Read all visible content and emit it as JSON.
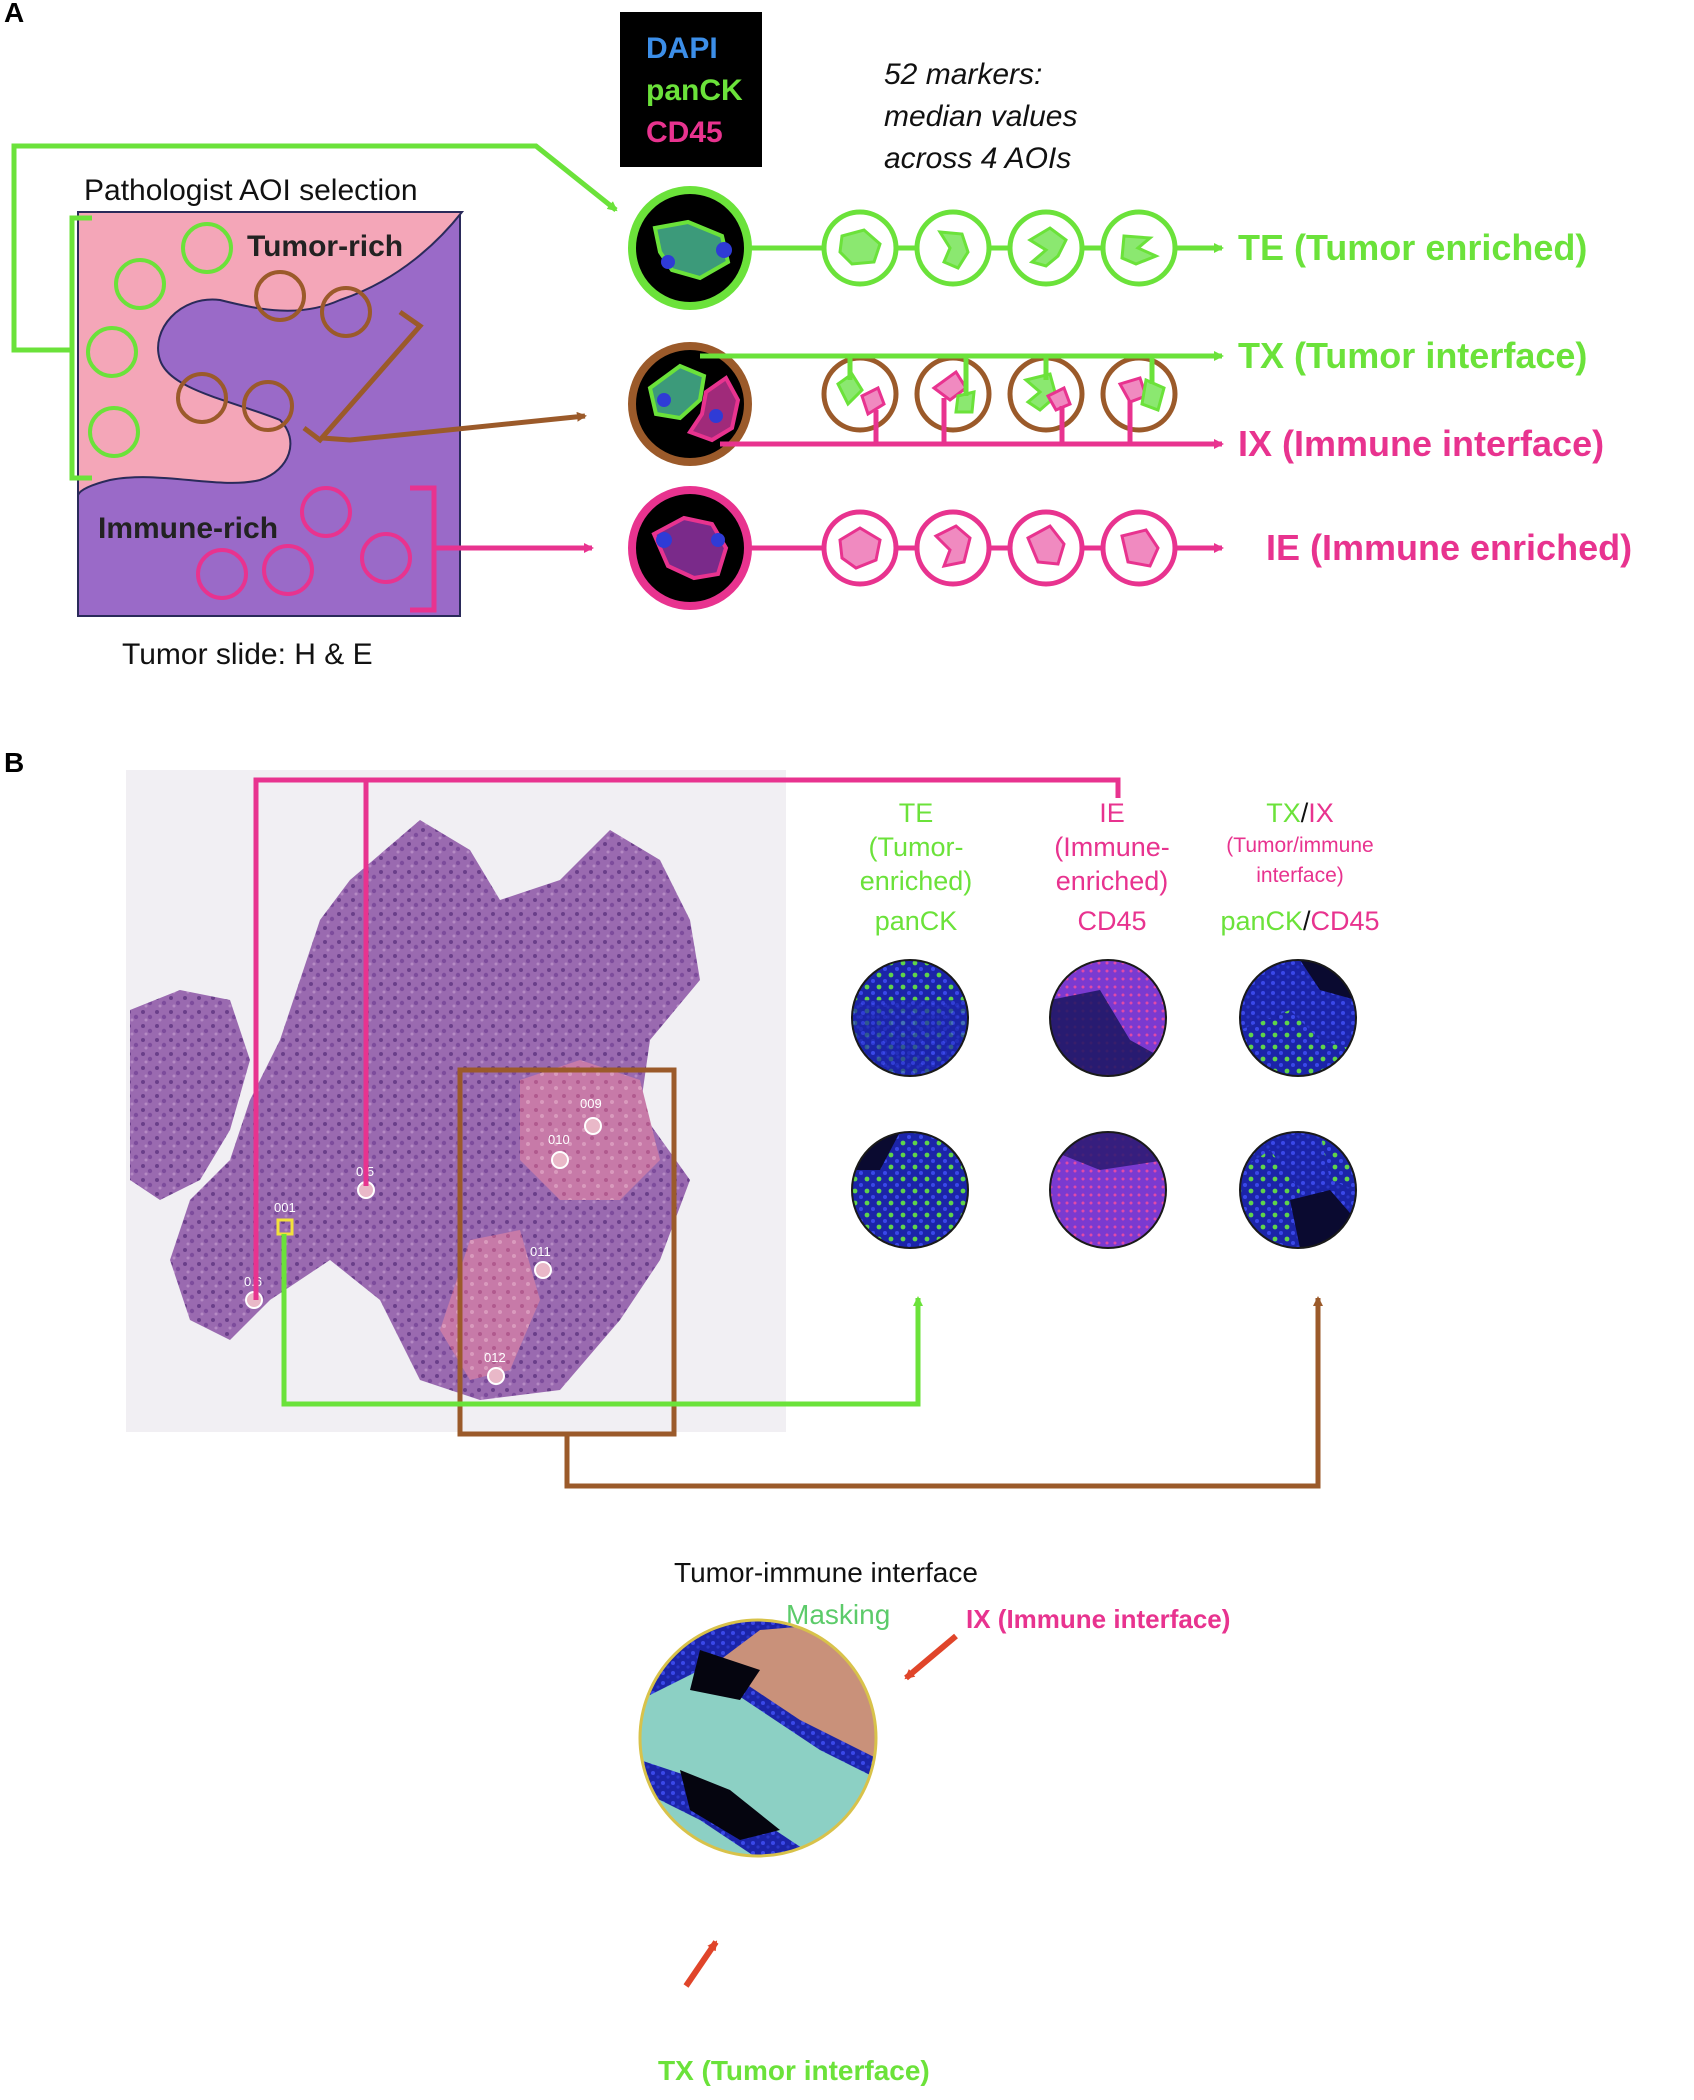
{
  "colors": {
    "green": "#6be23a",
    "magenta": "#e8338f",
    "brown": "#9b5a2a",
    "slide_pink": "#f4a6b8",
    "slide_purple": "#9a6ac8",
    "nuclei_blue": "#2f3bd6",
    "he_purple": "#8a5a9a"
  },
  "panel_a": {
    "letter": "A",
    "legend": {
      "dapi": "DAPI",
      "panck": "panCK",
      "cd45": "CD45"
    },
    "markers_note": [
      "52 markers:",
      "median values",
      "across 4 AOIs"
    ],
    "slide": {
      "title": "Pathologist AOI selection",
      "tumor_label": "Tumor-rich",
      "immune_label": "Immune-rich",
      "caption": "Tumor slide: H & E"
    },
    "outputs": {
      "te": "TE (Tumor enriched)",
      "tx": "TX (Tumor interface)",
      "ix": "IX (Immune interface)",
      "ie": "IE (Immune enriched)"
    }
  },
  "panel_b": {
    "letter": "B",
    "aoi_labels": [
      "009",
      "010",
      "011",
      "012",
      "0.5",
      "0.6",
      "001"
    ],
    "columns": {
      "te": {
        "l1": "TE",
        "l2": "(Tumor-",
        "l3": "enriched)",
        "l4": "panCK"
      },
      "ie": {
        "l1": "IE",
        "l2": "(Immune-",
        "l3": "enriched)",
        "l4": "CD45"
      },
      "tix": {
        "tx": "TX",
        "slash": "/",
        "ix": "IX",
        "l2": "(Tumor/immune",
        "l3": "interface)",
        "panck": "panCK",
        "slash2": "/",
        "cd45": "CD45"
      }
    },
    "interface_title": "Tumor-immune interface",
    "masking": "Masking",
    "ix_label": "IX (Immune interface)",
    "tx_label": "TX (Tumor interface)"
  }
}
